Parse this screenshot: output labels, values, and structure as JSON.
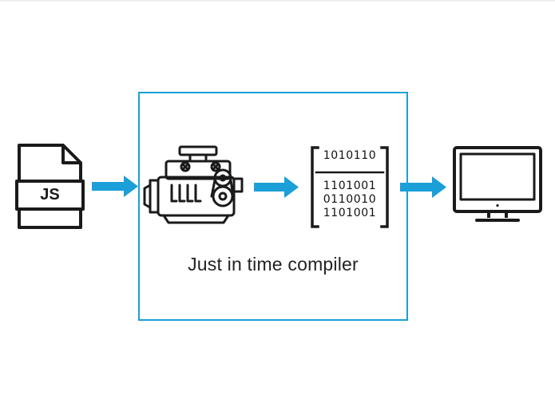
{
  "diagram": {
    "jit_label": "Just in time compiler",
    "file_label": "JS",
    "binary_top": "1010110",
    "binary_lines": [
      "1101001",
      "0110010",
      "1101001"
    ],
    "icons": [
      "js-file-icon",
      "engine-icon",
      "binary-code-icon",
      "monitor-icon"
    ],
    "colors": {
      "accent": "#1a9fd8",
      "ink": "#1a1a1a",
      "background": "#ffffff"
    }
  }
}
